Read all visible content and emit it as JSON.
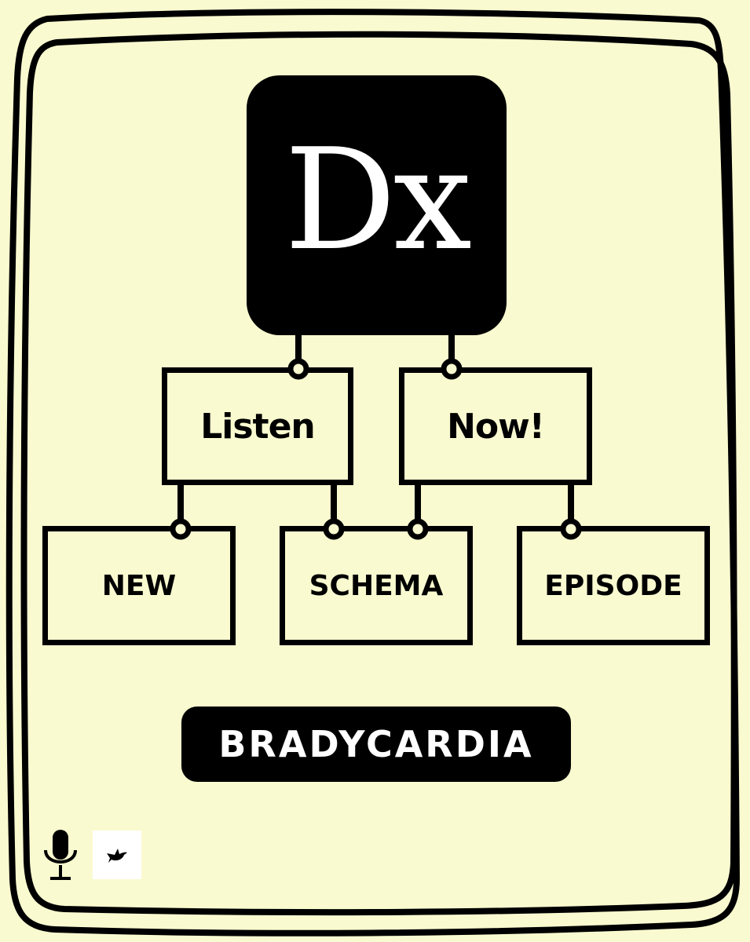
{
  "logo": {
    "text": "Dx"
  },
  "top_row": [
    {
      "label": "Listen"
    },
    {
      "label": "Now!"
    }
  ],
  "bottom_row": [
    {
      "label": "NEW"
    },
    {
      "label": "SCHEMA"
    },
    {
      "label": "EPISODE"
    }
  ],
  "topic": {
    "label": "BRADYCARDIA"
  },
  "icons": {
    "mic": "microphone-icon",
    "bird": "bird-icon"
  },
  "colors": {
    "background": "#fafad0",
    "ink": "#000000",
    "text_inverse": "#ffffff"
  }
}
